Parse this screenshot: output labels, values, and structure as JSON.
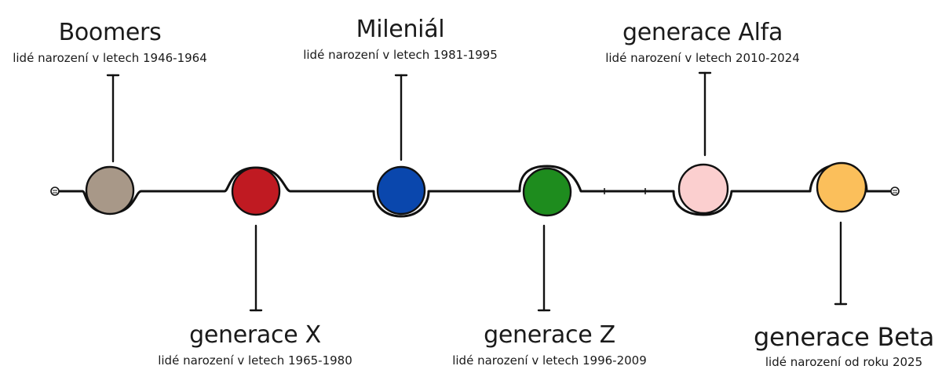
{
  "generations": [
    {
      "id": "boomers",
      "name": "Boomers",
      "range": "lidé narození v letech 1946-1964",
      "color": "#a89888",
      "label_side": "top"
    },
    {
      "id": "gen-x",
      "name": "generace X",
      "range": "lidé narození v letech 1965-1980",
      "color": "#c01a22",
      "label_side": "bottom"
    },
    {
      "id": "mileniál",
      "name": "Mileniál",
      "range": "lidé narození v letech 1981-1995",
      "color": "#0a47ad",
      "label_side": "top"
    },
    {
      "id": "gen-z",
      "name": "generace Z",
      "range": "lidé narození v letech 1996-2009",
      "color": "#1e8c1e",
      "label_side": "bottom"
    },
    {
      "id": "gen-alfa",
      "name": "generace Alfa",
      "range": "lidé narození v letech 2010-2024",
      "color": "#fbcfcf",
      "label_side": "top"
    },
    {
      "id": "gen-beta",
      "name": "generace Beta",
      "range": "lidé narození od roku 2025",
      "color": "#fbbf5b",
      "label_side": "bottom"
    }
  ]
}
